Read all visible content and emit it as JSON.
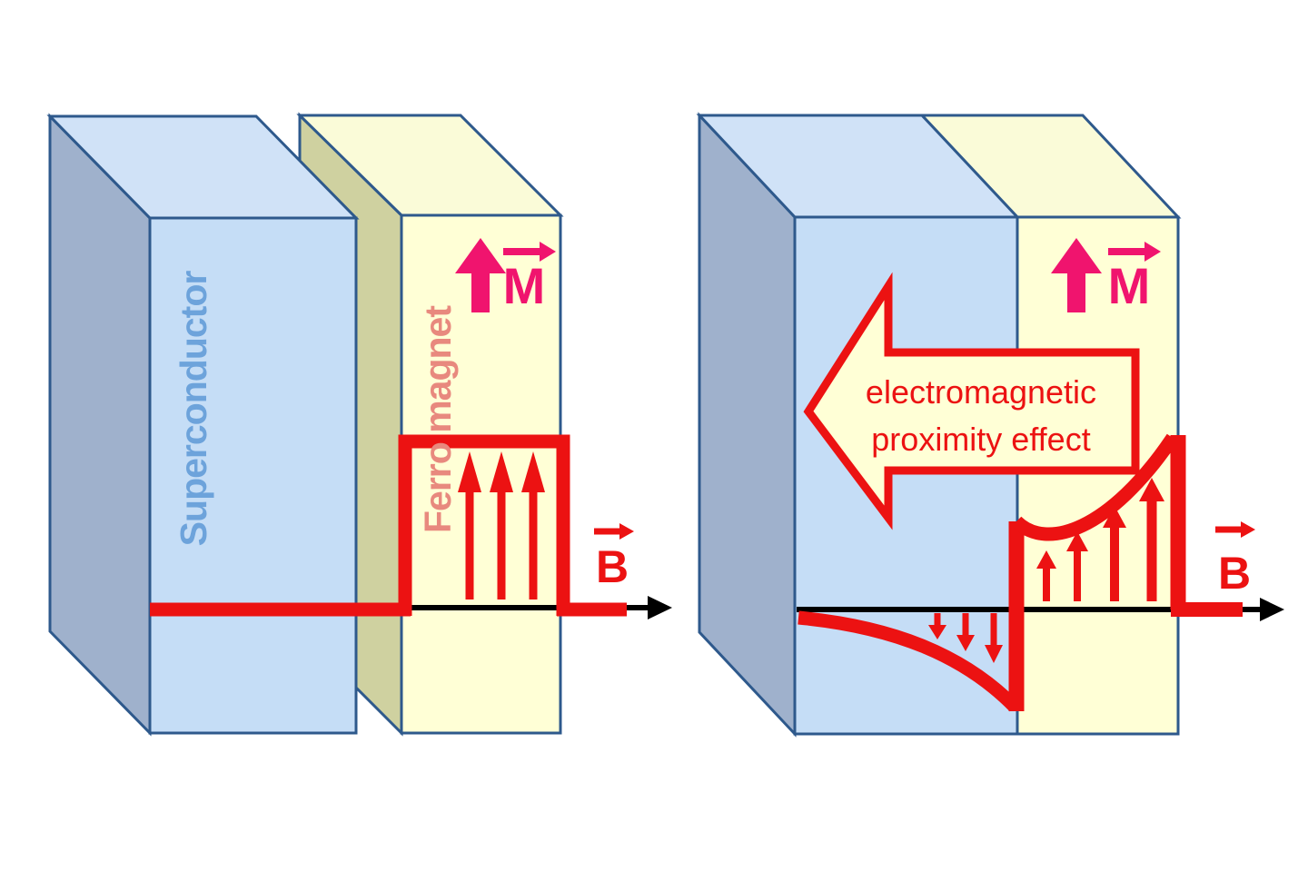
{
  "figure": {
    "description_left_panel": {
      "superconductor_label": "Superconductor",
      "ferromagnet_label": "Ferro magnet",
      "magnetization_label": "M",
      "field_label": "B"
    },
    "description_right_panel": {
      "proximity_arrow_line1": "electromagnetic",
      "proximity_arrow_line2": "proximity effect",
      "magnetization_label": "M",
      "field_label": "B"
    }
  },
  "colors": {
    "blue-front": "#C5DDF6",
    "blue-top": "#D0E2F7",
    "blue-side": "#9FB1CC",
    "yellow-front": "#FFFFD6",
    "yellow-top": "#FAFBD8",
    "khaki-side": "#CFD1A0",
    "outline": "#2E598C",
    "red": "#EC1212",
    "magenta": "#F0146E",
    "text-blue": "#6DA3DB",
    "text-salmon": "#E8897E",
    "axis": "#000000"
  }
}
